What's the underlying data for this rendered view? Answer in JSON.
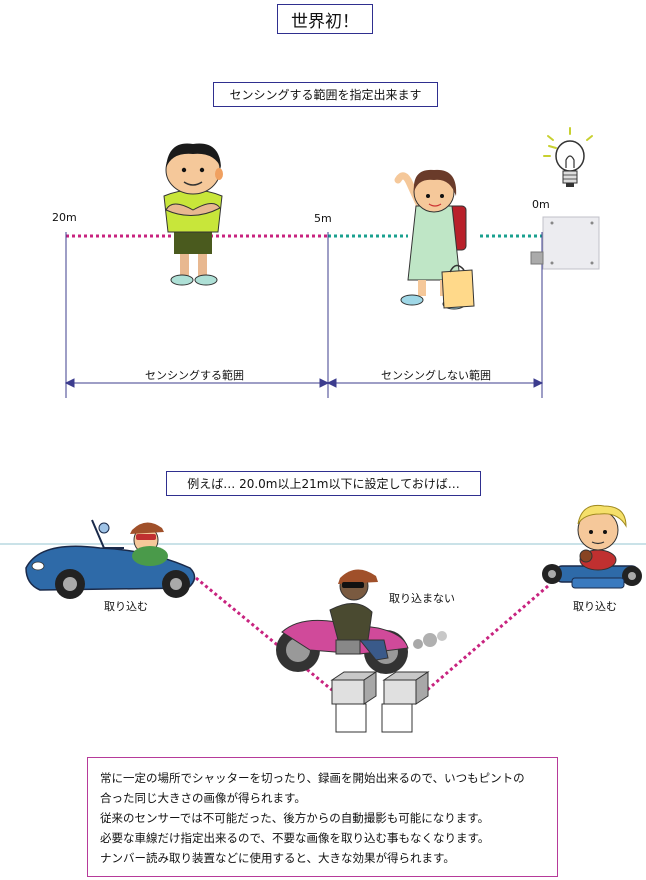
{
  "title": "世界初！",
  "subtitle_top": "センシングする範囲を指定出来ます",
  "distance_labels": {
    "d20": "20m",
    "d5": "5m",
    "d0": "0m"
  },
  "range_labels": {
    "sensing": "センシングする範囲",
    "not_sensing": "センシングしない範囲"
  },
  "subtitle_bottom": "例えば… 20.0m以上21m以下に設定しておけば…",
  "capture_labels": {
    "left_car": "取り込む",
    "motorcycle": "取り込まない",
    "right_car": "取り込む"
  },
  "notes": [
    "常に一定の場所でシャッターを切ったり、録画を開始出来るので、いつもピントの",
    "合った同じ大きさの画像が得られます。",
    "従来のセンサーでは不可能だった、後方からの自動撮影も可能になります。",
    "必要な車線だけ指定出来るので、不要な画像を取り込む事もなくなります。",
    "ナンバー読み取り装置などに使用すると、大きな効果が得られます。"
  ]
}
